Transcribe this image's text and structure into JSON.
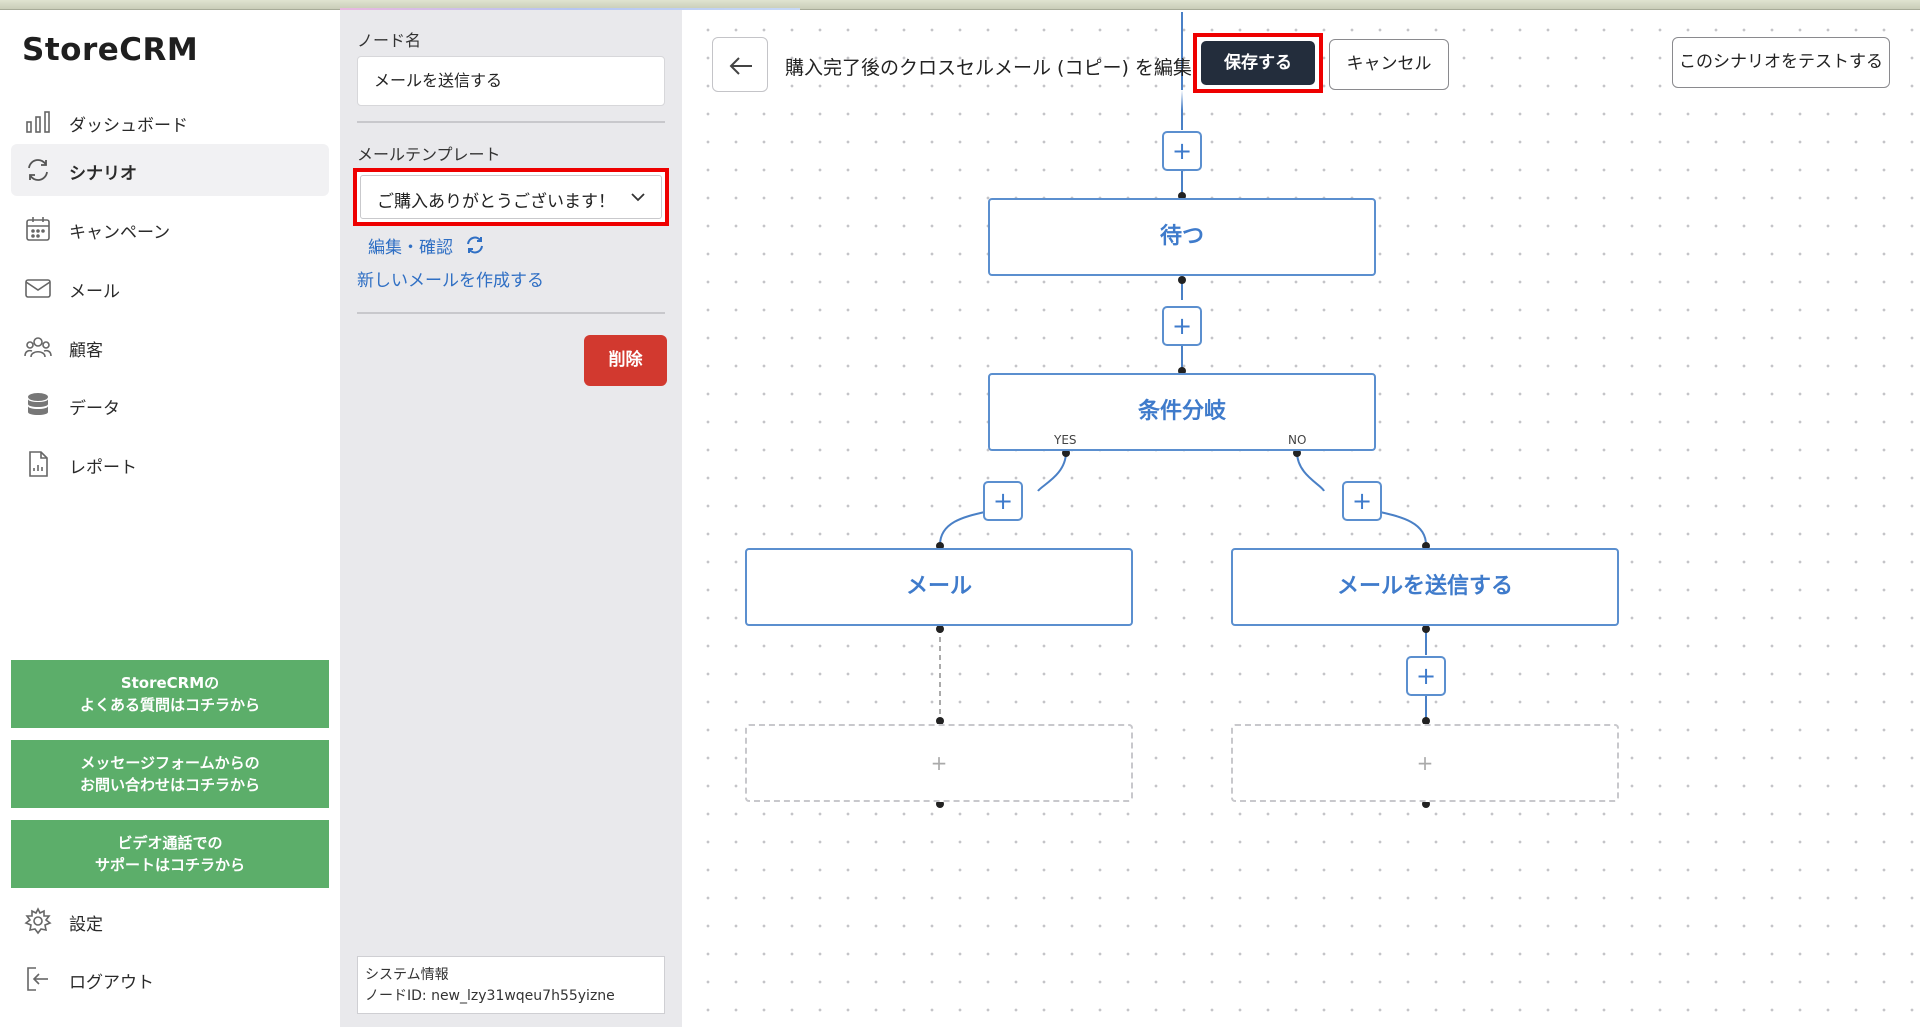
{
  "app": {
    "logo": "StoreCRM"
  },
  "sidebar": {
    "items": [
      {
        "label": "ダッシュボード",
        "icon": "bar-chart-icon",
        "active": false
      },
      {
        "label": "シナリオ",
        "icon": "refresh-cycle-icon",
        "active": true
      },
      {
        "label": "キャンペーン",
        "icon": "calendar-icon",
        "active": false
      },
      {
        "label": "メール",
        "icon": "envelope-icon",
        "active": false
      },
      {
        "label": "顧客",
        "icon": "users-icon",
        "active": false
      },
      {
        "label": "データ",
        "icon": "database-icon",
        "active": false
      },
      {
        "label": "レポート",
        "icon": "report-document-icon",
        "active": false
      }
    ],
    "help_buttons": [
      {
        "line1": "StoreCRMの",
        "line2": "よくある質問はコチラから"
      },
      {
        "line1": "メッセージフォームからの",
        "line2": "お問い合わせはコチラから"
      },
      {
        "line1": "ビデオ通話での",
        "line2": "サポートはコチラから"
      }
    ],
    "settings_label": "設定",
    "logout_label": "ログアウト"
  },
  "panel": {
    "node_name_label": "ノード名",
    "node_name_value": "メールを送信する",
    "template_label": "メールテンプレート",
    "template_selected": "ご購入ありがとうございます！",
    "edit_link": "編集・確認",
    "new_mail_link": "新しいメールを作成する",
    "delete_label": "削除",
    "system_info_title": "システム情報",
    "system_info_node_id": "ノードID: new_lzy31wqeu7h55yizne"
  },
  "header": {
    "title": "購入完了後のクロスセルメール (コピー) を編集中",
    "save_label": "保存する",
    "cancel_label": "キャンセル",
    "test_label": "このシナリオをテストする"
  },
  "flow": {
    "plus_symbol": "+",
    "nodes": {
      "wait": "待つ",
      "condition": "条件分岐",
      "yes_node": "メール",
      "no_node": "メールを送信する",
      "placeholder": "+"
    },
    "yes_label": "YES",
    "no_label": "NO"
  },
  "colors": {
    "accent_blue": "#3f7bcb",
    "green": "#5cae6a",
    "danger": "#d2392f",
    "save_dark": "#232d3c",
    "highlight_red": "#e00000"
  }
}
